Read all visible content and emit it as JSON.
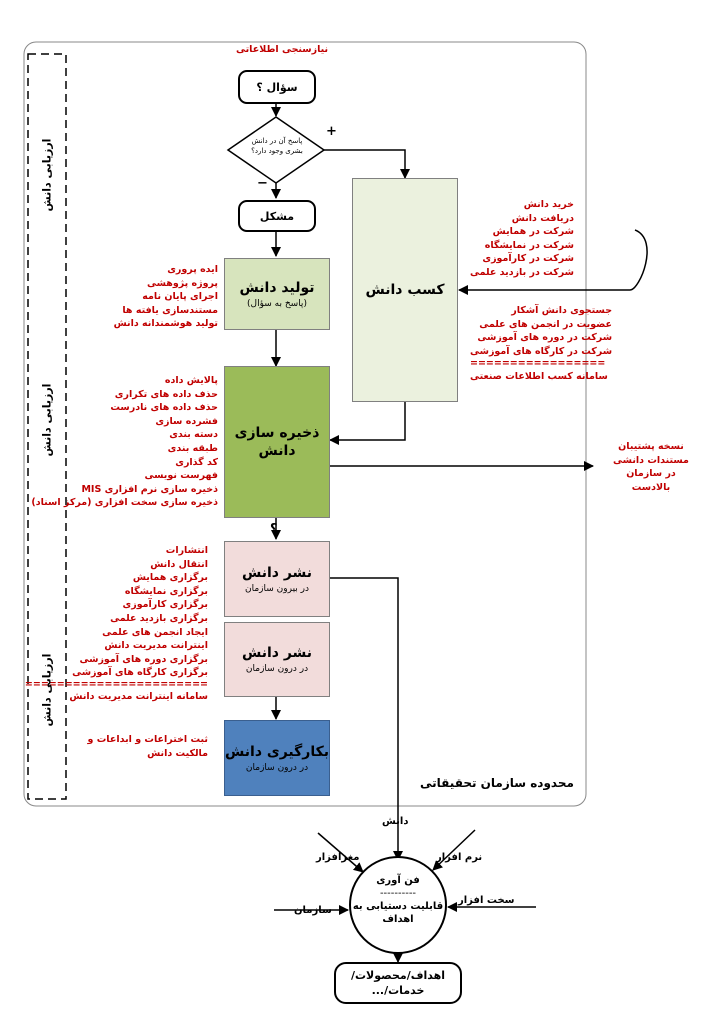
{
  "diagram": {
    "start_label": "نیازسنجی اطلاعاتی",
    "question": "سؤال ؟",
    "decision": [
      "پاسخ آن در دانش",
      "بشری وجود دارد؟"
    ],
    "plus": "+",
    "minus": "−",
    "problem": "مشکل",
    "qmark": "؟",
    "boundary": "محدوده سازمان تحقیقاتی",
    "side_label": "ارزیابی دانش",
    "boxes": {
      "production": {
        "title": "تولید دانش",
        "sub": "(پاسخ به سؤال)"
      },
      "acquisition": {
        "title": "کسب دانش"
      },
      "storage": {
        "title1": "ذخیره سازی",
        "title2": "دانش"
      },
      "pub_out": {
        "title": "نشر دانش",
        "sub": "در بیرون سازمان"
      },
      "pub_in": {
        "title": "نشر دانش",
        "sub": "در درون سازمان"
      },
      "apply": {
        "title": "بکارگیری دانش",
        "sub": "در درون سازمان"
      }
    },
    "production_items": [
      "ایده پروری",
      "پروژه پژوهشی",
      "اجرای پایان نامه",
      "مستندسازی یافته ها",
      "تولید هوشمندانه دانش"
    ],
    "acq_items_1": [
      "خرید دانش",
      "دریافت دانش",
      "شرکت در همایش",
      "شرکت در نمایشگاه",
      "شرکت در کارآموزی",
      "شرکت در بازدید علمی"
    ],
    "acq_items_2": [
      "جستجوی دانش آشکار",
      "عضویت در انجمن های علمی",
      "شرکت در دوره های آموزشی",
      "شرکت در کارگاه های آموزشی"
    ],
    "acq_dashes": "=================",
    "acq_system": "سامانه کسب اطلاعات صنعتی",
    "storage_items": [
      "پالایش داده",
      "حذف داده های تکراری",
      "حذف داده های نادرست",
      "فشرده سازی",
      "دسته بندی",
      "طبقه بندی",
      "کد گذاری",
      "فهرست نویسی",
      "ذخیره سازی نرم افزاری MIS",
      "ذخیره سازی سخت افزاری (مرکز اسناد)"
    ],
    "backup_lines": [
      "نسخه پشتیبان",
      "مستندات دانشی",
      "در سازمان",
      "بالادست"
    ],
    "pub_items": [
      "انتشارات",
      "انتقال دانش",
      "برگزاری همایش",
      "برگزاری نمایشگاه",
      "برگزاری کارآموزی",
      "برگزاری بازدید علمی",
      "ایجاد انجمن های علمی",
      "اینترانت مدیریت دانش",
      "برگزاری دوره های آموزشی",
      "برگزاری کارگاه های آموزشی"
    ],
    "pub_dashes": "=======================",
    "pub_system": "سامانه اینترانت مدیریت دانش",
    "apply_items": [
      "ثبت اختراعات و ابداعات و",
      "مالکیت دانش"
    ],
    "tech": {
      "knowledge": "دانش",
      "brainware": "مغزافزار",
      "software": "نرم افزار",
      "orgware": "سازمان",
      "hardware": "سخت افزار",
      "center_title": "فن آوری",
      "center_dashes": "----------",
      "center_line1": "قابلیت دستیابی به",
      "center_line2": "اهداف"
    },
    "goals": [
      "اهداف/محصولات/",
      "خدمات/..."
    ]
  },
  "colors": {
    "production": "#d7e4bd",
    "acquisition": "#ebf1de",
    "storage": "#9bbb59",
    "publish": "#f2dcdb",
    "apply": "#4f81bd",
    "label_red": "#c00000"
  }
}
